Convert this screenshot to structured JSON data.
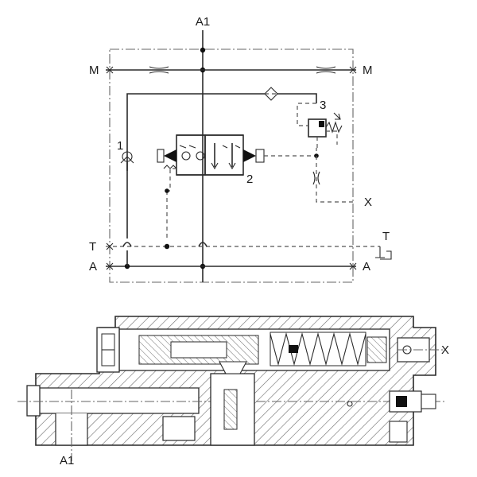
{
  "schematic": {
    "ports": {
      "a1_top": "A1",
      "m_left": "M",
      "m_right": "M",
      "t_left": "T",
      "t_right": "T",
      "a_left": "A",
      "a_right": "A",
      "x_right": "X"
    },
    "components": {
      "check_valve": "1",
      "directional_valve": "2",
      "pressure_valve": "3"
    }
  },
  "section_view": {
    "labels": {
      "a1_bottom": "A1",
      "x_section": "X"
    }
  },
  "colors": {
    "line": "#2a2a2a",
    "hatch": "#666666",
    "background": "#ffffff"
  }
}
